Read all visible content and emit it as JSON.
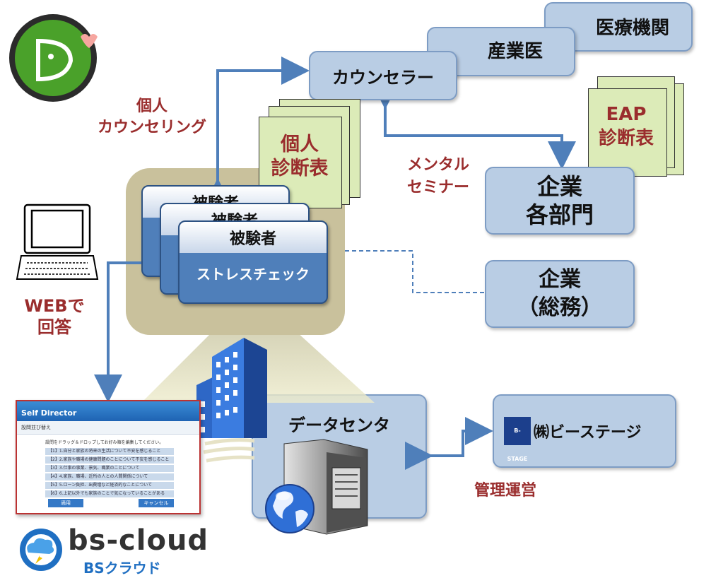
{
  "diagram": {
    "nodes": {
      "medical": "医療機関",
      "industrial_doctor": "産業医",
      "counselor": "カウンセラー",
      "dept": "企業\n各部門",
      "general_affairs": "企業\n（総務）",
      "datacenter": "データセンタ",
      "bstage": "㈱ビーステージ",
      "subject_back1": "被験者",
      "subject_back2": "被験者",
      "subject": "被験者",
      "stress_check": "ストレスチェック",
      "personal_doc": "個人\n診断表",
      "eap_doc": "EAP\n診断表"
    },
    "labels": {
      "counseling": "個人\nカウンセリング",
      "mental_seminar": "メンタル\nセミナー",
      "web_answer": "WEBで\n回答",
      "management": "管理運営"
    },
    "logos": {
      "bscloud": "bs-cloud",
      "bscloud_sub": "BSクラウド",
      "bstage_mark": "B-STAGE"
    },
    "screenshot": {
      "app_title": "Self Director",
      "section": "設問並び替え",
      "instruction": "設問をドラッグ＆ドロップしてお好み順を編集してください。",
      "rows": [
        "【1】1.自分と家族の将来の生活について不安を感じること",
        "【2】2.家族や職場の健康問題のことについて不安を感じること",
        "【3】3.仕事の事業、景気、職業のことについて",
        "【4】4.家族、職場、近所の人との人間関係について",
        "【5】5.ローン負担、出費増など経済的なことについて",
        "【6】6.上記以外でも家族のことで気になっていることがある"
      ],
      "apply": "適用",
      "cancel": "キャンセル"
    },
    "colors": {
      "box": "#b9cde4",
      "arrow": "#4f7fba",
      "label": "#9a2d2d",
      "paper": "#dcebb8"
    }
  }
}
